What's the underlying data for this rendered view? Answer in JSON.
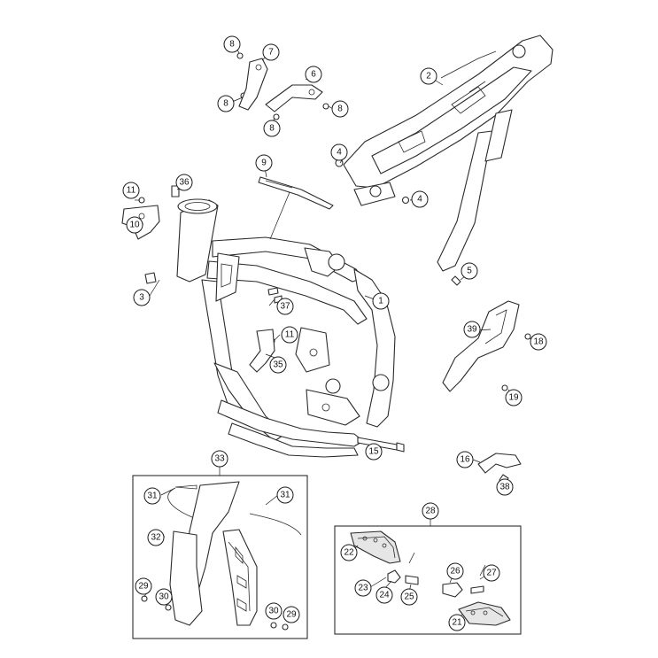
{
  "diagram": {
    "callouts": [
      {
        "label": "1"
      },
      {
        "label": "2"
      },
      {
        "label": "3"
      },
      {
        "label": "4"
      },
      {
        "label": "4"
      },
      {
        "label": "5"
      },
      {
        "label": "6"
      },
      {
        "label": "7"
      },
      {
        "label": "8"
      },
      {
        "label": "8"
      },
      {
        "label": "8"
      },
      {
        "label": "8"
      },
      {
        "label": "9"
      },
      {
        "label": "10"
      },
      {
        "label": "11"
      },
      {
        "label": "11"
      },
      {
        "label": "15"
      },
      {
        "label": "16"
      },
      {
        "label": "18"
      },
      {
        "label": "19"
      },
      {
        "label": "21"
      },
      {
        "label": "22"
      },
      {
        "label": "23"
      },
      {
        "label": "24"
      },
      {
        "label": "25"
      },
      {
        "label": "26"
      },
      {
        "label": "27"
      },
      {
        "label": "28"
      },
      {
        "label": "29"
      },
      {
        "label": "29"
      },
      {
        "label": "30"
      },
      {
        "label": "30"
      },
      {
        "label": "31"
      },
      {
        "label": "31"
      },
      {
        "label": "32"
      },
      {
        "label": "33"
      },
      {
        "label": "35"
      },
      {
        "label": "36"
      },
      {
        "label": "37"
      },
      {
        "label": "38"
      },
      {
        "label": "39"
      }
    ]
  }
}
